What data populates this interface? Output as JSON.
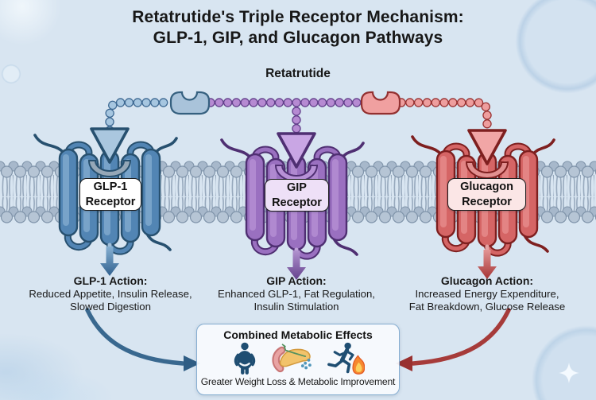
{
  "title": {
    "line1": "Retatrutide's Triple Receptor Mechanism:",
    "line2": "GLP-1, GIP, and Glucagon Pathways"
  },
  "ligand": {
    "label": "Retatrutide"
  },
  "receptors": [
    {
      "name": "GLP-1",
      "label_line1": "GLP-1",
      "label_line2": "Receptor",
      "action_title": "GLP-1 Action:",
      "action_line1": "Reduced Appetite, Insulin Release,",
      "action_line2": "Slowed Digestion",
      "color": "#5285b4"
    },
    {
      "name": "GIP",
      "label_line1": "GIP",
      "label_line2": "Receptor",
      "action_title": "GIP Action:",
      "action_line1": "Enhanced GLP-1, Fat Regulation,",
      "action_line2": "Insulin Stimulation",
      "color": "#9a70c0"
    },
    {
      "name": "Glucagon",
      "label_line1": "Glucagon",
      "label_line2": "Receptor",
      "action_title": "Glucagon Action:",
      "action_line1": "Increased Energy Expenditure,",
      "action_line2": "Fat Breakdown, Glucose Release",
      "color": "#d96a6a"
    }
  ],
  "combined": {
    "title": "Combined Metabolic Effects",
    "caption": "Greater Weight Loss & Metabolic Improvement",
    "icons": [
      "weight-loss-person-icon",
      "pancreas-icon",
      "running-person-flame-icon"
    ]
  },
  "colors": {
    "background": "#d8e5f1",
    "glp1_blue": "#5285b4",
    "gip_purple": "#9a70c0",
    "glucagon_red": "#d96a6a",
    "membrane_head": "#b6c5d5",
    "combined_border": "#85add1"
  }
}
